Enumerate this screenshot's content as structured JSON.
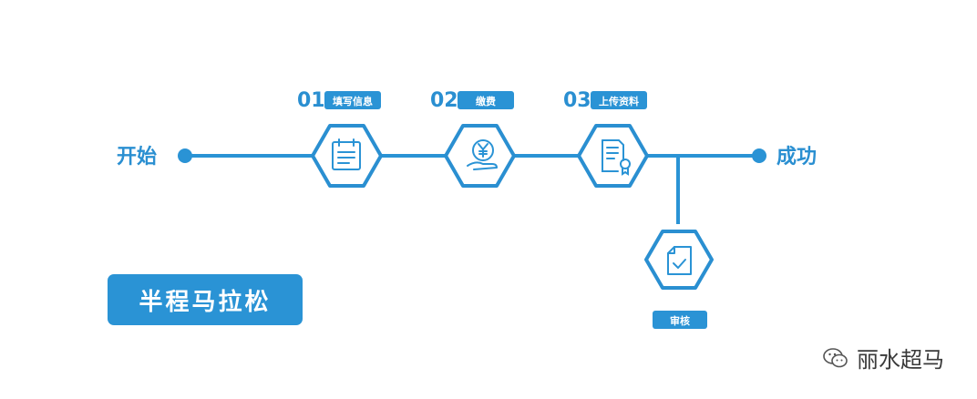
{
  "start_label": "开始",
  "end_label": "成功",
  "steps": [
    {
      "num": "01",
      "label": "填写信息",
      "icon": "clipboard-icon"
    },
    {
      "num": "02",
      "label": "缴费",
      "icon": "yen-payment-icon"
    },
    {
      "num": "03",
      "label": "上传资料",
      "icon": "certificate-document-icon"
    }
  ],
  "review": {
    "label": "审核",
    "icon": "checked-document-icon"
  },
  "title": "半程马拉松",
  "watermark": "丽水超马",
  "colors": {
    "accent": "#2a93d5",
    "hex_border": "#2a8fd1"
  }
}
